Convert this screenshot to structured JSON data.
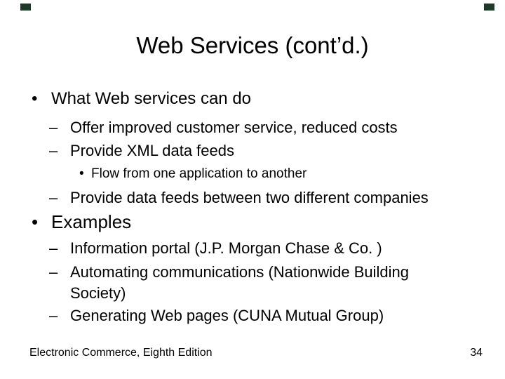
{
  "slide": {
    "title": "Web Services (cont’d.)",
    "decorations": {
      "corner_color": "#1c3a27"
    },
    "markers": {
      "level1": "•",
      "level2": "–",
      "level3": "•"
    },
    "bullets": {
      "what_heading": "What Web services can do",
      "offer": "Offer improved customer service, reduced costs",
      "xml": "Provide XML data feeds",
      "flow": "Flow from one application to another",
      "feeds": "Provide data feeds between two different companies",
      "examples_heading": "Examples",
      "portal": "Information portal (J.P. Morgan Chase & Co. )",
      "automating_line1": "Automating communications (Nationwide Building",
      "automating_line2": "Society)",
      "generating": "Generating Web pages (CUNA Mutual Group)"
    },
    "footer": {
      "left": "Electronic Commerce, Eighth Edition",
      "page_number": "34"
    }
  }
}
